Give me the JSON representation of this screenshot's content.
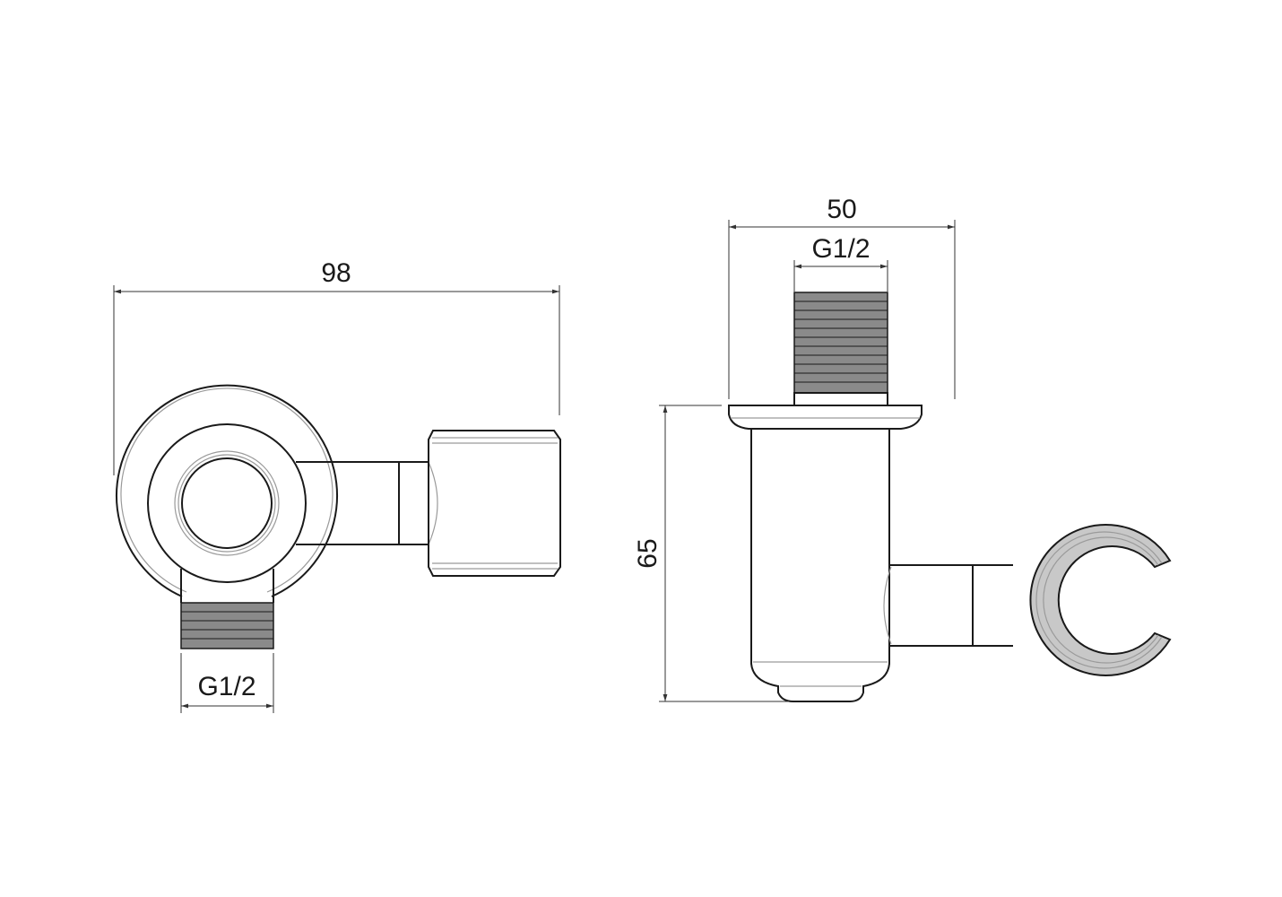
{
  "left_view": {
    "width_dimension": "98",
    "outlet_thread": "G1/2"
  },
  "right_view": {
    "flange_width_dimension": "50",
    "inlet_thread": "G1/2",
    "height_dimension": "65"
  },
  "colors": {
    "line": "#1a1a1a",
    "thread_fill": "#8a8a8a",
    "background": "#ffffff"
  }
}
